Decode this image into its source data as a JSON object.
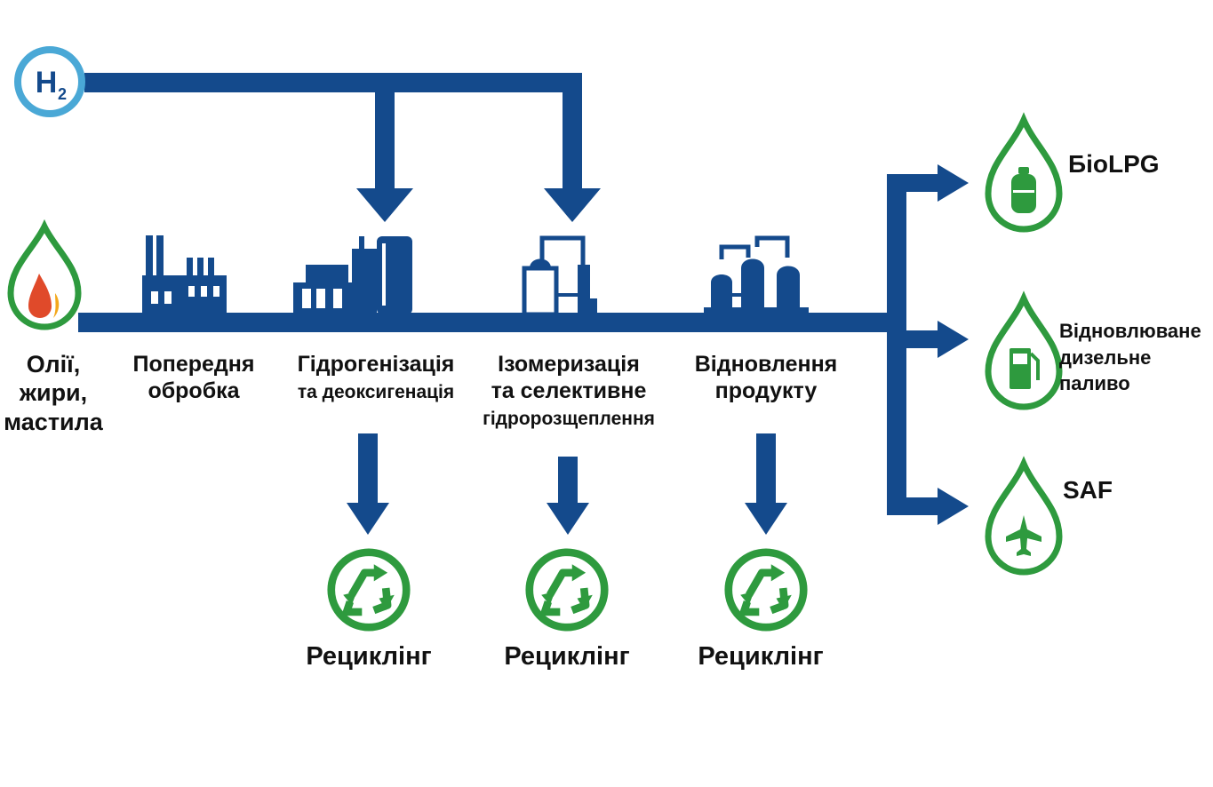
{
  "colors": {
    "flow_blue": "#144a8c",
    "drop_green": "#2e9a3e",
    "h2_ring": "#4aa8d6",
    "flame_red": "#e04a2a",
    "flame_yellow": "#f3a81c",
    "text": "#111111"
  },
  "input": {
    "h2_label": "H",
    "h2_subscript": "2",
    "feed_icon": "oil-drop-flame-icon",
    "feed_lines": [
      "Олії,",
      "жири,",
      "мастила"
    ]
  },
  "stages": [
    {
      "icon": "factory-icon",
      "lines": [
        "Попередня",
        "обробка"
      ]
    },
    {
      "icon": "reactor-icon",
      "lines": [
        "Гідрогенізація",
        "та деоксигенація"
      ]
    },
    {
      "icon": "distillation-column-icon",
      "lines": [
        "Ізомеризація",
        "та селективне",
        "гідророзщеплення"
      ]
    },
    {
      "icon": "product-recovery-plant-icon",
      "lines": [
        "Відновлення",
        "продукту"
      ]
    }
  ],
  "recycling": {
    "icon": "recycle-icon",
    "items": [
      "Рециклінг",
      "Рециклінг",
      "Рециклінг"
    ]
  },
  "outputs": [
    {
      "icon": "gas-cylinder-icon",
      "lines": [
        "БіоLPG"
      ]
    },
    {
      "icon": "fuel-pump-icon",
      "lines": [
        "Відновлюване",
        "дизельне",
        "паливо"
      ]
    },
    {
      "icon": "airplane-icon",
      "lines": [
        "SAF"
      ]
    }
  ]
}
